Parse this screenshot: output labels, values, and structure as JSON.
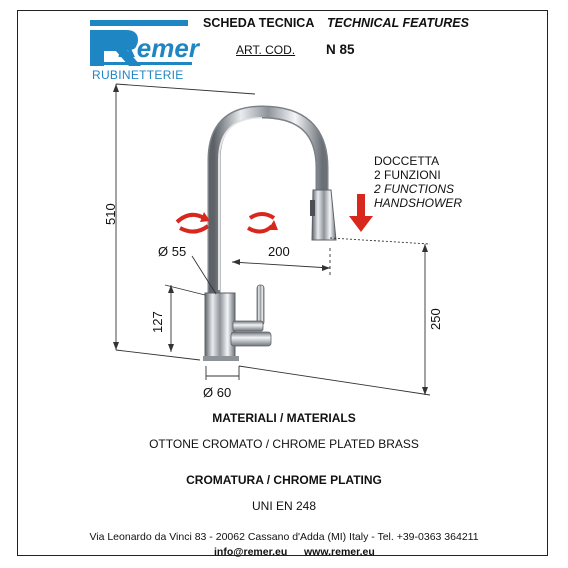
{
  "logo": {
    "brand": "Remer",
    "subtitle": "RUBINETTERIE"
  },
  "header": {
    "title_it": "SCHEDA TECNICA",
    "title_en": "TECHNICAL FEATURES",
    "art_label": "ART. COD.",
    "art_code": "N 85"
  },
  "drawing": {
    "dim_height_total": "510",
    "dim_reach": "200",
    "dim_base_diameter_top": "Ø 55",
    "dim_base_height": "127",
    "dim_spout_height": "250",
    "dim_base_diameter_bottom": "Ø 60",
    "note_line1": "DOCCETTA",
    "note_line2": "2 FUNZIONI",
    "note_line3": "2 FUNCTIONS",
    "note_line4": "HANDSHOWER"
  },
  "specs": {
    "materials_heading": "MATERIALI / MATERIALS",
    "materials_value": "OTTONE CROMATO / CHROME PLATED BRASS",
    "plating_heading": "CROMATURA / CHROME PLATING",
    "plating_value": "UNI EN 248"
  },
  "footer": {
    "address": "Via Leonardo da Vinci 83 - 20062 Cassano d'Adda (MI) Italy - Tel. +39-0363 364211",
    "email": "info@remer.eu",
    "website": "www.remer.eu"
  },
  "colors": {
    "logo_blue": "#1f86c4",
    "arrow_red": "#d8281e",
    "chrome": "#9aa0a6"
  }
}
